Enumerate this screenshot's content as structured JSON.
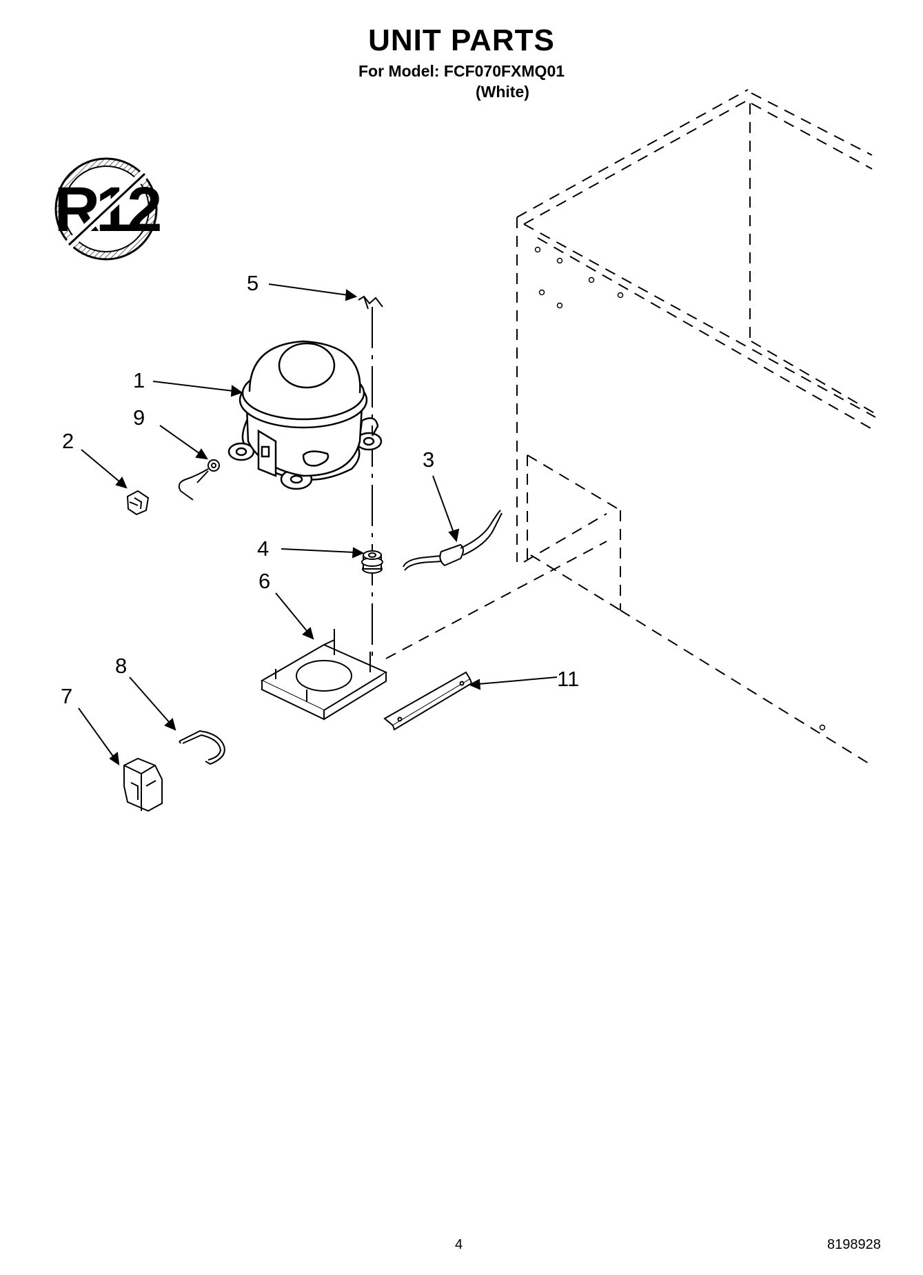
{
  "header": {
    "title": "UNIT PARTS",
    "subtitle": "For Model: FCF070FXMQ01",
    "variant": "(White)"
  },
  "badge": {
    "text": "R12"
  },
  "callouts": [
    "1",
    "2",
    "3",
    "4",
    "5",
    "6",
    "7",
    "8",
    "9",
    "11"
  ],
  "footer": {
    "page_number": "4",
    "document_number": "8198928"
  }
}
